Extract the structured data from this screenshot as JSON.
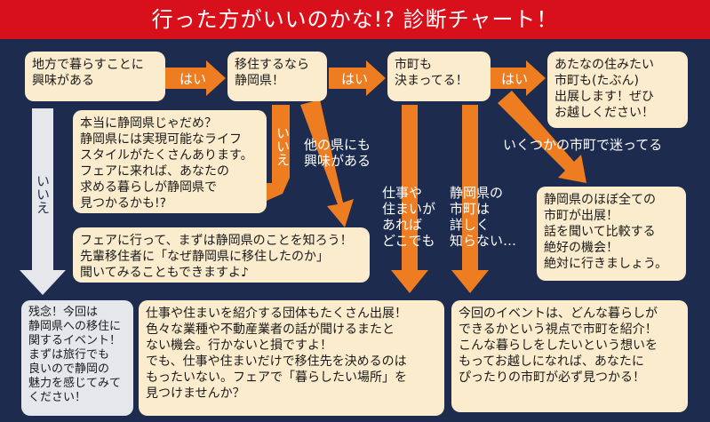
{
  "title": "行った方がいいのかな!? 診断チャート！",
  "colors": {
    "background": "#1d2c4e",
    "title_bar": "#d8101c",
    "arrow": "#ee7d22",
    "box": "#fbeccd",
    "grey_box": "#e6e7ea"
  },
  "nodes": {
    "start": "地方で暮らすことに\n興味がある",
    "move_shizuoka": "移住するなら\n静岡県！",
    "city_decided": "市町も\n決まってる！",
    "your_city": "あたなの住みたい\n市町も(たぶん)\n出展します！ぜひ\nお越しください！",
    "not_shizuoka": "本当に静岡県じゃだめ？\n静岡県には実現可能なライフ\nスタイルがたくさんあります。\nフェアに来れば、あなたの\n求める暮らしが静岡県で\n見つかるかも!?",
    "learn_shizuoka": "フェアに行って、まずは静岡県のことを知ろう！\n先輩移住者に「なぜ静岡県に移住したのか」\n聞いてみることもできますよ♪",
    "almost_all": "静岡県のほぼ全ての\n市町が出展！\n話を聞いて比較する\n絶好の機会！\n絶対に行きましょう。",
    "too_bad": "残念！今回は\n静岡県への移住に\n関するイベント！\nまずは旅行でも\n良いので静岡の\n魅力を感じてみて\nください！",
    "jobs_housing": "仕事や住まいを紹介する団体もたくさん出展！\n色々な業種や不動産業者の話が聞けるまたと\nない機会。行かないと損ですよ！\nでも、仕事や住まいだけで移住先を決めるのは\nもったいない。フェアで「暮らしたい場所」を\n見つけませんか？",
    "introduce_city": "今回のイベントは、どんな暮らしが\nできるかという視点で市町を紹介！\nこんな暮らしをしたいという想いを\nもってお越しになれば、あなたに\nぴったりの市町が必ず見つかる！"
  },
  "labels": {
    "yes1": "はい",
    "yes2": "はい",
    "yes3": "はい",
    "no_left": "いいえ",
    "no_mid": "いいえ",
    "other_pref": "他の県にも\n興味がある",
    "several_cities": "いくつかの市町で迷ってる",
    "any_place": "仕事や\n住まいが\nあれば\nどこでも",
    "dont_know": "静岡県の\n市町は\n詳しく\n知らない…"
  }
}
